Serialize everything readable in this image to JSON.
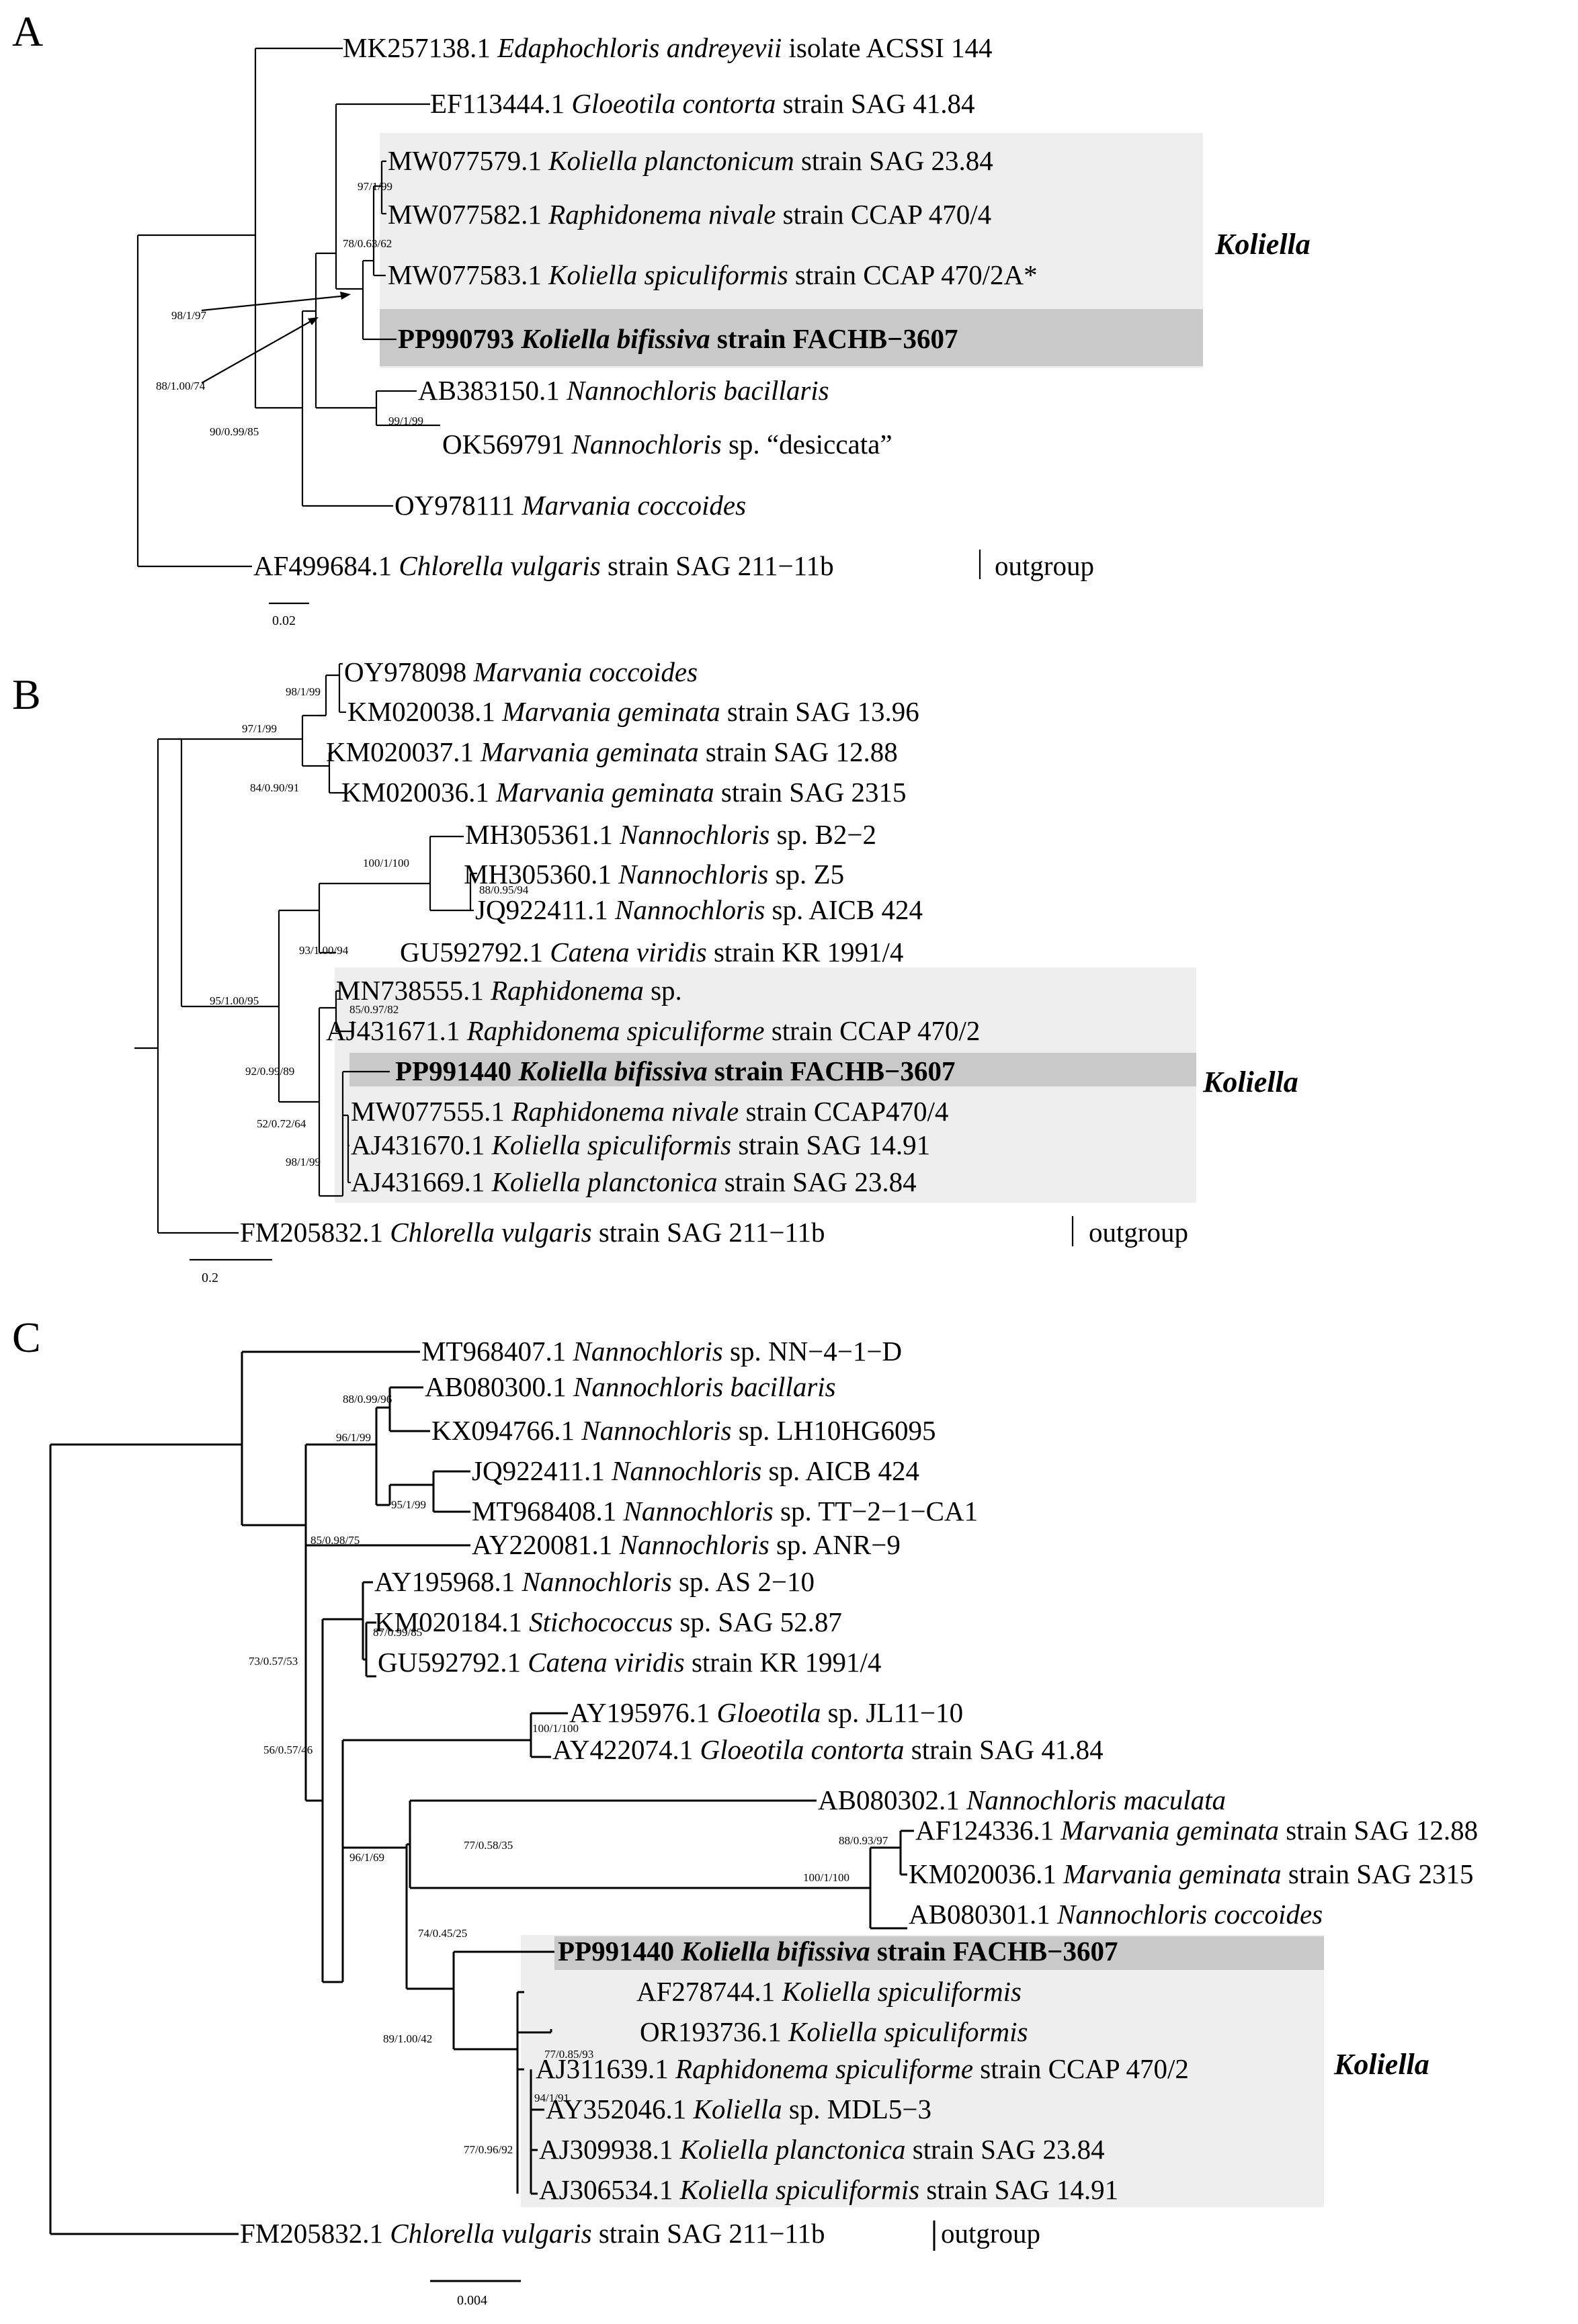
{
  "figure": {
    "panels": [
      {
        "letter": "A",
        "scale_label": "0.02",
        "clade_label": "Koliella",
        "outgroup_label": "outgroup",
        "taxa": [
          {
            "acc": "MK257138.1",
            "name": "Edaphochloris andreyevii",
            "rest": "isolate ACSSI 144"
          },
          {
            "acc": "EF113444.1",
            "name": "Gloeotila contorta",
            "rest": "strain SAG 41.84"
          },
          {
            "acc": "MW077579.1",
            "name": "Koliella planctonicum",
            "rest": "strain SAG 23.84"
          },
          {
            "acc": "MW077582.1",
            "name": "Raphidonema nivale",
            "rest": "strain CCAP 470/4"
          },
          {
            "acc": "MW077583.1",
            "name": "Koliella spiculiformis",
            "rest": "strain CCAP 470/2A*"
          },
          {
            "acc": "PP990793",
            "name": "Koliella bifissiva",
            "rest": "strain FACHB−3607",
            "highlight": true
          },
          {
            "acc": "AB383150.1",
            "name": "Nannochloris bacillaris",
            "rest": ""
          },
          {
            "acc": "OK569791",
            "name": "Nannochloris",
            "rest": "sp. “desiccata”"
          },
          {
            "acc": "OY978111",
            "name": "Marvania coccoides",
            "rest": ""
          },
          {
            "acc": "AF499684.1",
            "name": "Chlorella vulgaris",
            "rest": "strain SAG 211−11b"
          }
        ],
        "supports": [
          "97/1/99",
          "78/0.63/62",
          "98/1/97",
          "88/1.00/74",
          "90/0.99/85",
          "99/1/99"
        ]
      },
      {
        "letter": "B",
        "scale_label": "0.2",
        "clade_label": "Koliella",
        "outgroup_label": "outgroup",
        "taxa": [
          {
            "acc": "OY978098",
            "name": "Marvania coccoides",
            "rest": ""
          },
          {
            "acc": "KM020038.1",
            "name": "Marvania geminata",
            "rest": "strain SAG 13.96"
          },
          {
            "acc": "KM020037.1",
            "name": "Marvania geminata",
            "rest": "strain SAG 12.88"
          },
          {
            "acc": "KM020036.1",
            "name": "Marvania geminata",
            "rest": "strain SAG 2315"
          },
          {
            "acc": "MH305361.1",
            "name": "Nannochloris",
            "rest": "sp. B2−2"
          },
          {
            "acc": "MH305360.1",
            "name": "Nannochloris",
            "rest": "sp. Z5"
          },
          {
            "acc": "JQ922411.1",
            "name": "Nannochloris",
            "rest": "sp. AICB 424"
          },
          {
            "acc": "GU592792.1",
            "name": "Catena viridis",
            "rest": "strain KR 1991/4"
          },
          {
            "acc": "MN738555.1",
            "name": "Raphidonema",
            "rest": "sp."
          },
          {
            "acc": "AJ431671.1",
            "name": "Raphidonema spiculiforme",
            "rest": "strain CCAP 470/2"
          },
          {
            "acc": "PP991440",
            "name": "Koliella bifissiva",
            "rest": "strain FACHB−3607",
            "highlight": true
          },
          {
            "acc": "MW077555.1",
            "name": "Raphidonema nivale",
            "rest": "strain CCAP470/4"
          },
          {
            "acc": "AJ431670.1",
            "name": "Koliella spiculiformis",
            "rest": "strain SAG 14.91"
          },
          {
            "acc": "AJ431669.1",
            "name": "Koliella planctonica",
            "rest": "strain SAG 23.84"
          },
          {
            "acc": "FM205832.1",
            "name": "Chlorella vulgaris",
            "rest": "strain SAG 211−11b"
          }
        ],
        "supports": [
          "98/1/99",
          "97/1/99",
          "84/0.90/91",
          "100/1/100",
          "88/0.95/94",
          "93/1.00/94",
          "95/1.00/95",
          "85/0.97/82",
          "92/0.99/89",
          "52/0.72/64",
          "98/1/99"
        ]
      },
      {
        "letter": "C",
        "scale_label": "0.004",
        "clade_label": "Koliella",
        "outgroup_label": "outgroup",
        "taxa": [
          {
            "acc": "MT968407.1",
            "name": "Nannochloris",
            "rest": "sp. NN−4−1−D"
          },
          {
            "acc": "AB080300.1",
            "name": "Nannochloris bacillaris",
            "rest": ""
          },
          {
            "acc": "KX094766.1",
            "name": "Nannochloris",
            "rest": "sp. LH10HG6095"
          },
          {
            "acc": "JQ922411.1",
            "name": "Nannochloris",
            "rest": "sp. AICB 424"
          },
          {
            "acc": "MT968408.1",
            "name": "Nannochloris",
            "rest": "sp. TT−2−1−CA1"
          },
          {
            "acc": "AY220081.1",
            "name": "Nannochloris",
            "rest": "sp. ANR−9"
          },
          {
            "acc": "AY195968.1",
            "name": "Nannochloris",
            "rest": "sp. AS 2−10"
          },
          {
            "acc": "KM020184.1",
            "name": "Stichococcus",
            "rest": "sp. SAG 52.87"
          },
          {
            "acc": "GU592792.1",
            "name": "Catena viridis",
            "rest": "strain KR 1991/4"
          },
          {
            "acc": "AY195976.1",
            "name": "Gloeotila",
            "rest": "sp. JL11−10"
          },
          {
            "acc": "AY422074.1",
            "name": "Gloeotila contorta",
            "rest": "strain SAG 41.84"
          },
          {
            "acc": "AB080302.1",
            "name": "Nannochloris maculata",
            "rest": ""
          },
          {
            "acc": "AF124336.1",
            "name": "Marvania geminata",
            "rest": "strain SAG 12.88"
          },
          {
            "acc": "KM020036.1",
            "name": "Marvania geminata",
            "rest": "strain SAG 2315"
          },
          {
            "acc": "AB080301.1",
            "name": "Nannochloris coccoides",
            "rest": ""
          },
          {
            "acc": "PP991440",
            "name": "Koliella bifissiva",
            "rest": "strain FACHB−3607",
            "highlight": true
          },
          {
            "acc": "AF278744.1",
            "name": "Koliella spiculiformis",
            "rest": ""
          },
          {
            "acc": "OR193736.1",
            "name": "Koliella spiculiformis",
            "rest": ""
          },
          {
            "acc": "AJ311639.1",
            "name": "Raphidonema spiculiforme",
            "rest": "strain CCAP 470/2"
          },
          {
            "acc": "AY352046.1",
            "name": "Koliella",
            "rest": "sp. MDL5−3"
          },
          {
            "acc": "AJ309938.1",
            "name": "Koliella planctonica",
            "rest": "strain SAG 23.84"
          },
          {
            "acc": "AJ306534.1",
            "name": "Koliella spiculiformis",
            "rest": "strain SAG 14.91"
          },
          {
            "acc": "FM205832.1",
            "name": "Chlorella vulgaris",
            "rest": "strain SAG 211−11b"
          }
        ],
        "supports": [
          "88/0.99/96",
          "96/1/99",
          "95/1/99",
          "85/0.98/75",
          "87/0.99/85",
          "73/0.57/53",
          "100/1/100",
          "56/0.57/46",
          "88/0.93/97",
          "100/1/100",
          "77/0.58/35",
          "96/1/69",
          "74/0.45/25",
          "77/0.85/93",
          "94/1/91",
          "89/1.00/42",
          "77/0.96/92"
        ]
      }
    ]
  }
}
